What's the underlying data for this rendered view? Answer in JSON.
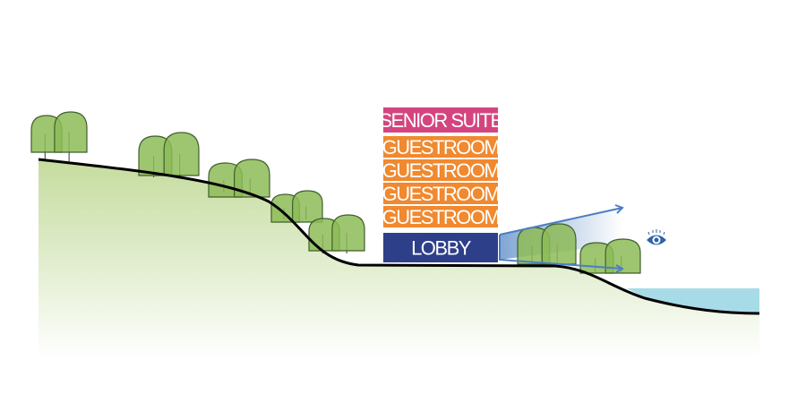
{
  "building": {
    "floors": [
      {
        "label": "SENIOR SUITE",
        "color": "#d4457f"
      },
      {
        "label": "GUESTROOM",
        "color": "#f0892f"
      },
      {
        "label": "GUESTROOM",
        "color": "#f0892f"
      },
      {
        "label": "GUESTROOM",
        "color": "#f0892f"
      },
      {
        "label": "GUESTROOM",
        "color": "#f0892f"
      },
      {
        "label": "LOBBY",
        "color": "#2e3f8a"
      }
    ]
  },
  "icons": {
    "view": "eye-icon"
  },
  "colors": {
    "ground": "#c5dc9e",
    "water": "#a8dbe8",
    "tree": "#8dbb57",
    "arrow": "#4a7fc1"
  }
}
